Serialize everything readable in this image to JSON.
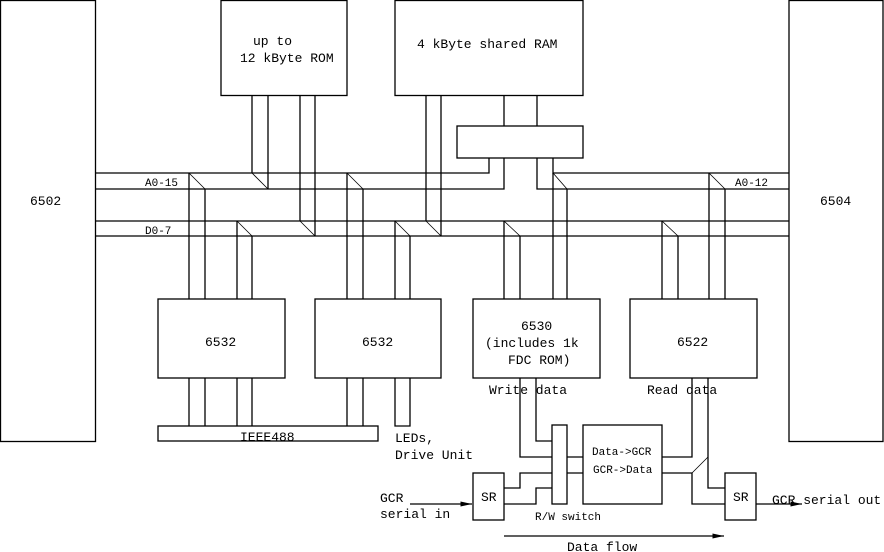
{
  "chips": {
    "cpu_main": "6502",
    "cpu_drive": "6504",
    "rom_line1": "up to",
    "rom_line2": "12 kByte ROM",
    "ram": "4 kByte shared RAM",
    "via1": "6532",
    "via2": "6532",
    "riot_line1": "6530",
    "riot_line2": "(includes 1k",
    "riot_line3": "FDC ROM)",
    "via_drive": "6522",
    "sr_in": "SR",
    "sr_out": "SR",
    "codec_line1": "Data->GCR",
    "codec_line2": "GCR->Data"
  },
  "buses": {
    "addr_main": "A0-15",
    "data_main": "D0-7",
    "addr_drive": "A0-12"
  },
  "labels": {
    "ieee": "IEEE488",
    "leds_line1": "LEDs,",
    "leds_line2": "Drive Unit",
    "write_data": "Write data",
    "read_data": "Read data",
    "rw_switch": "R/W switch",
    "gcr_in_line1": "GCR",
    "gcr_in_line2": "serial in",
    "gcr_out": "GCR serial out",
    "data_flow": "Data flow"
  }
}
